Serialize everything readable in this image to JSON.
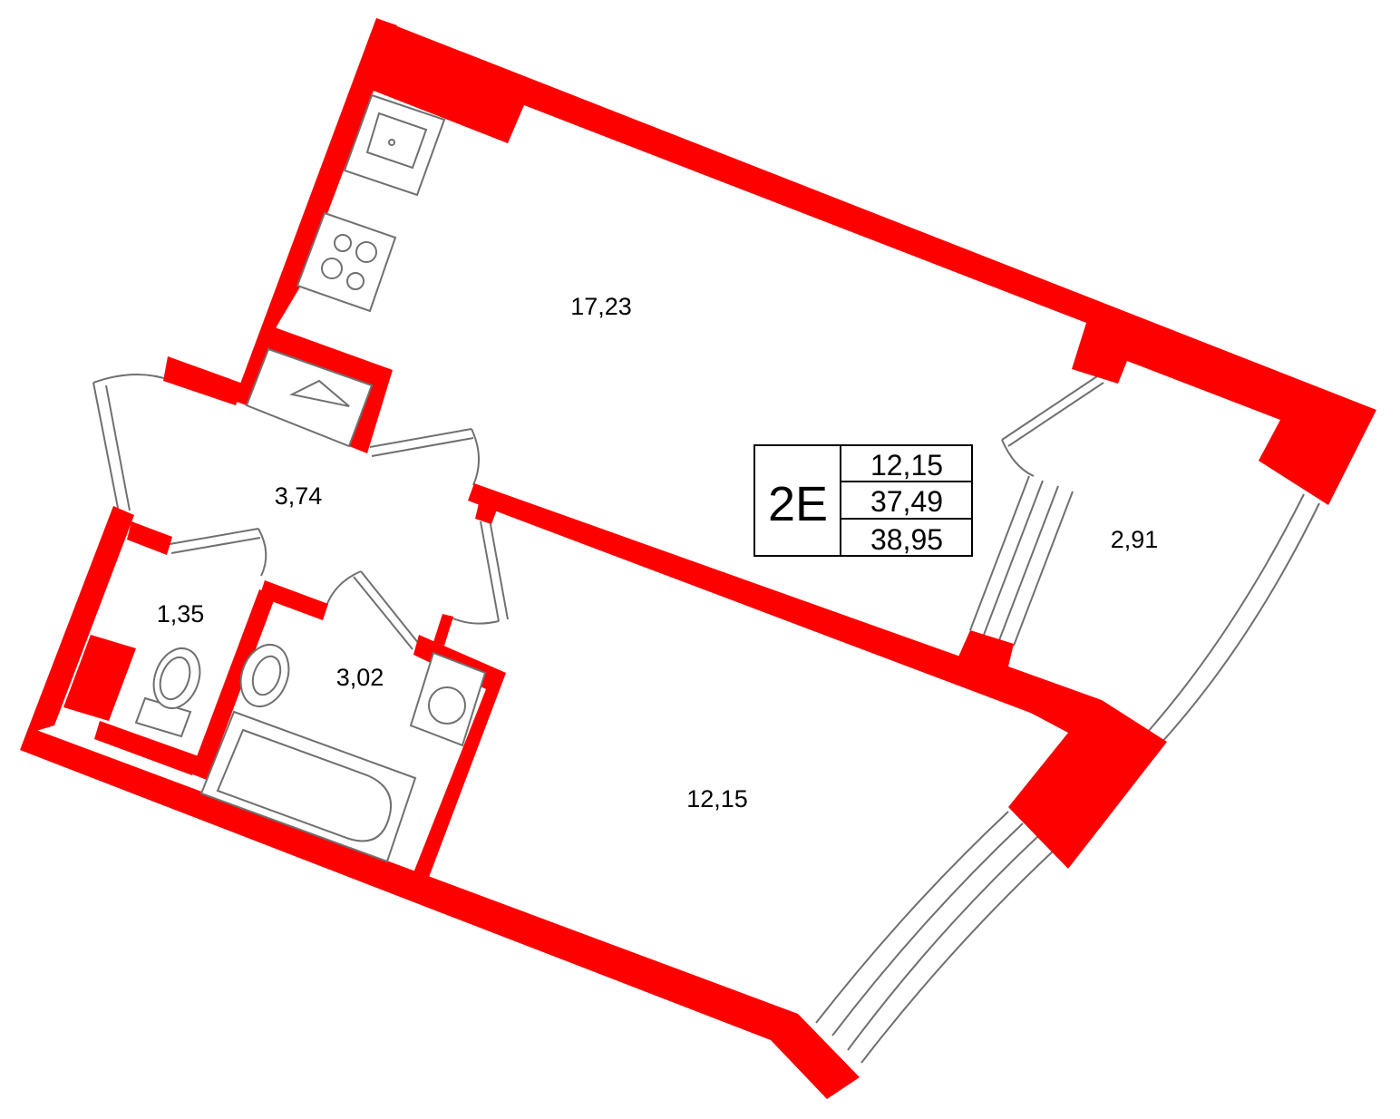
{
  "plan": {
    "wall_color": "#ff0000",
    "fixture_color": "#707070",
    "rooms": [
      {
        "id": "kitchen-living",
        "area": "17,23"
      },
      {
        "id": "hallway",
        "area": "3,74"
      },
      {
        "id": "toilet",
        "area": "1,35"
      },
      {
        "id": "bathroom",
        "area": "3,02"
      },
      {
        "id": "bedroom",
        "area": "12,15"
      },
      {
        "id": "balcony",
        "area": "2,91"
      }
    ]
  },
  "legend": {
    "type": "2E",
    "living_area": "12,15",
    "total_area": "37,49",
    "total_with_balcony": "38,95"
  }
}
